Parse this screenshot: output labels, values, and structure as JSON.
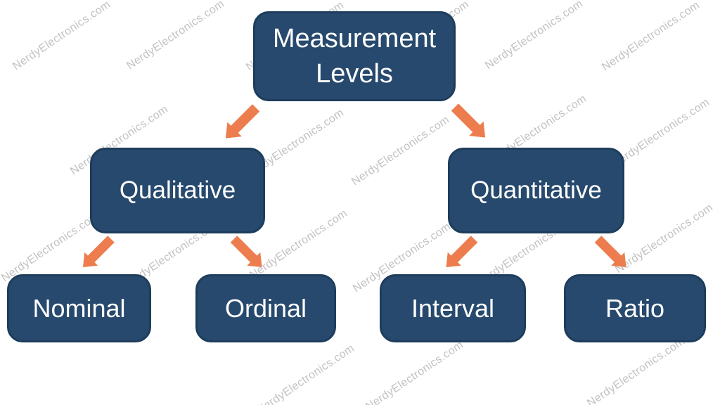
{
  "watermark": {
    "text": "NerdyElectronics.com",
    "color": "#C2C2C2"
  },
  "colors": {
    "background": "#FFFFFF",
    "node_fill": "#27496D",
    "node_border": "#1E3D5C",
    "node_text": "#FFFFFF",
    "arrow": "#ED7D4E",
    "watermark_color": "#C2C2C2"
  },
  "diagram": {
    "type": "hierarchy",
    "nodes": {
      "root": {
        "label": "Measurement Levels"
      },
      "qualitative": {
        "label": "Qualitative"
      },
      "quantitative": {
        "label": "Quantitative"
      },
      "nominal": {
        "label": "Nominal"
      },
      "ordinal": {
        "label": "Ordinal"
      },
      "interval": {
        "label": "Interval"
      },
      "ratio": {
        "label": "Ratio"
      }
    },
    "edges": [
      {
        "from": "Measurement Levels",
        "to": "Qualitative"
      },
      {
        "from": "Measurement Levels",
        "to": "Quantitative"
      },
      {
        "from": "Qualitative",
        "to": "Nominal"
      },
      {
        "from": "Qualitative",
        "to": "Ordinal"
      },
      {
        "from": "Quantitative",
        "to": "Interval"
      },
      {
        "from": "Quantitative",
        "to": "Ratio"
      }
    ]
  }
}
